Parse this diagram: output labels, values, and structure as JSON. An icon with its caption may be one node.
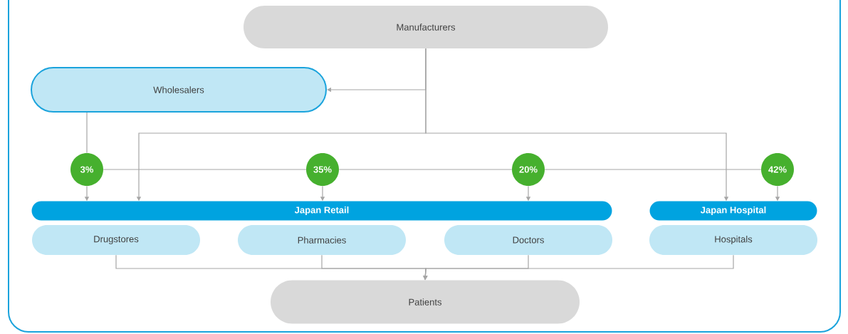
{
  "diagram": {
    "nodes": [
      {
        "text": [
          "Manufacturers"
        ]
      },
      {
        "text": [
          "Wholesalers"
        ]
      },
      {
        "text": [
          "3%"
        ]
      },
      {
        "text": [
          "35%"
        ]
      },
      {
        "text": [
          "20%"
        ]
      },
      {
        "text": [
          "42%"
        ]
      },
      {
        "text": [
          "Japan Retail"
        ]
      },
      {
        "text": [
          "Japan Hospital"
        ]
      },
      {
        "text": [
          "Drugstores"
        ]
      },
      {
        "text": [
          "Pharmacies"
        ]
      },
      {
        "text": [
          "Doctors"
        ]
      },
      {
        "text": [
          "Hospitals"
        ]
      },
      {
        "text": [
          "Patients"
        ]
      }
    ],
    "edges": [
      {
        "from": 0,
        "to": 1,
        "arrow": "to"
      },
      {
        "from": 0,
        "to": 6,
        "arrow": "to"
      },
      {
        "from": 0,
        "to": 7,
        "arrow": "to"
      },
      {
        "from": 1,
        "to": 2,
        "arrow": "none"
      },
      {
        "from": 2,
        "to": 6,
        "arrow": "to"
      },
      {
        "from": 3,
        "to": 6,
        "arrow": "to"
      },
      {
        "from": 4,
        "to": 6,
        "arrow": "to"
      },
      {
        "from": 5,
        "to": 7,
        "arrow": "to"
      },
      {
        "from": 2,
        "to": 3,
        "arrow": "none"
      },
      {
        "from": 3,
        "to": 4,
        "arrow": "none"
      },
      {
        "from": 4,
        "to": 5,
        "arrow": "none"
      },
      {
        "from": 8,
        "to": 12,
        "arrow": "to"
      },
      {
        "from": 9,
        "to": 12,
        "arrow": "to"
      },
      {
        "from": 10,
        "to": 12,
        "arrow": "to"
      },
      {
        "from": 11,
        "to": 12,
        "arrow": "to"
      }
    ]
  }
}
